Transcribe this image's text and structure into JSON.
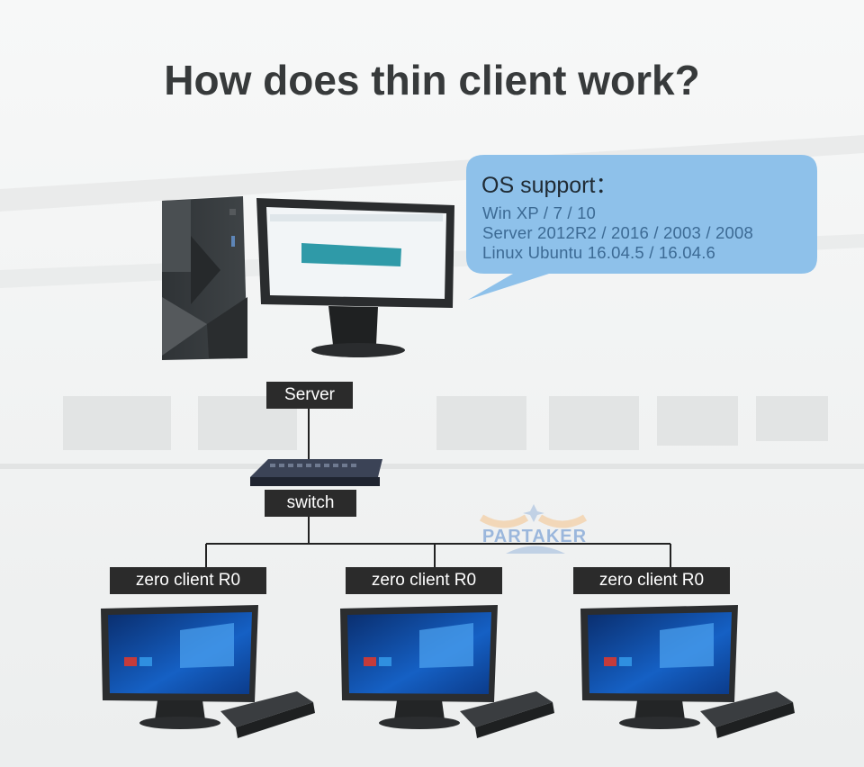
{
  "title": "How does thin client work?",
  "os_support": {
    "heading": "OS support：",
    "lines": [
      "Win XP / 7 / 10",
      "Server 2012R2 / 2016 / 2003 / 2008",
      "Linux Ubuntu 16.04.5 / 16.04.6"
    ]
  },
  "nodes": {
    "server": "Server",
    "switch": "switch",
    "clients": [
      "zero client R0",
      "zero client R0",
      "zero client R0"
    ]
  },
  "watermark": "PARTAKER",
  "colors": {
    "tag_bg": "#2b2b2b",
    "bubble": "#8ec1ea",
    "os_text": "#3c6a94",
    "title": "#373a3b"
  }
}
